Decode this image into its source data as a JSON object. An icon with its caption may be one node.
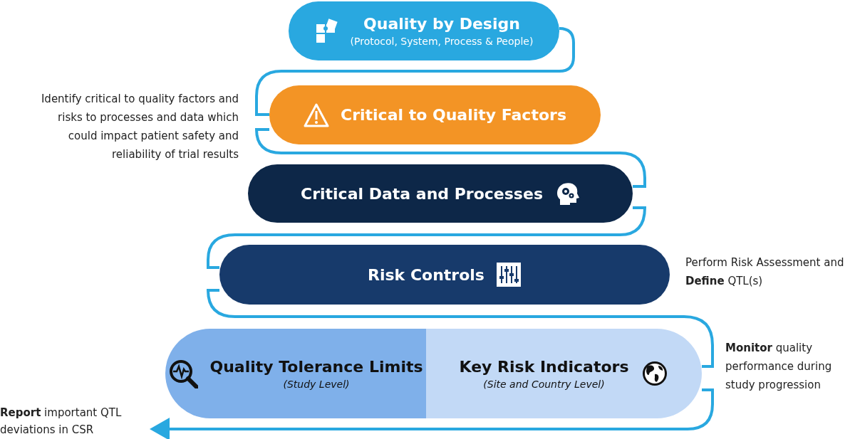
{
  "diagram": {
    "nodes": [
      {
        "text": [
          "Quality by Design",
          "(Protocol, System, Process & People)"
        ]
      },
      {
        "text": [
          "Critical to Quality Factors"
        ]
      },
      {
        "text": [
          "Critical Data and Processes"
        ]
      },
      {
        "text": [
          "Risk Controls"
        ]
      },
      {
        "text": [
          "Quality Tolerance Limits",
          "(Study Level)"
        ]
      },
      {
        "text": [
          "Key Risk Indicators",
          "(Site and Country Level)"
        ]
      },
      {
        "text": [
          "**Report** important QTL deviations in CSR"
        ]
      }
    ],
    "edges": [
      {
        "from": 0,
        "to": 1,
        "arrow": "none"
      },
      {
        "from": 1,
        "to": 2,
        "arrow": "none"
      },
      {
        "from": 2,
        "to": 3,
        "arrow": "none"
      },
      {
        "from": 3,
        "to": 5,
        "arrow": "none"
      },
      {
        "from": 5,
        "to": 6,
        "arrow": "to"
      }
    ],
    "labels": [
      "Identify critical to quality factors and risks to processes and data which could impact patient safety and reliability of trial results",
      "Perform Risk Assessment and **Define** QTL(s)",
      "**Monitor** quality performance during study progression"
    ]
  }
}
